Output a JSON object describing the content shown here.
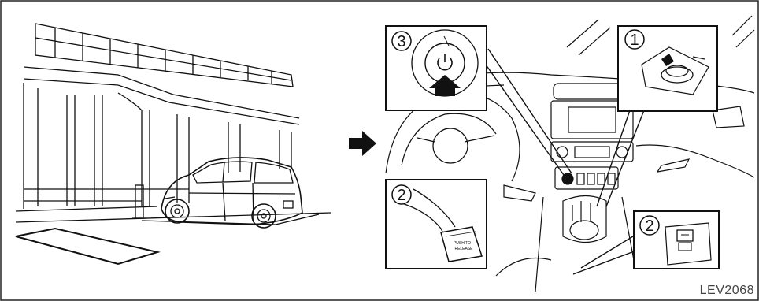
{
  "figure_id": "LEV2068",
  "callouts": [
    {
      "number": "1",
      "target": "shift-selector"
    },
    {
      "number": "2",
      "target": "parking-brake-pedal"
    },
    {
      "number": "2",
      "target": "parking-brake-switch"
    },
    {
      "number": "3",
      "target": "power-switch"
    }
  ],
  "pedal_label": "PUSH TO\nRELEASE",
  "colors": {
    "line": "#111111",
    "arrow": "#111111",
    "background": "#ffffff"
  }
}
